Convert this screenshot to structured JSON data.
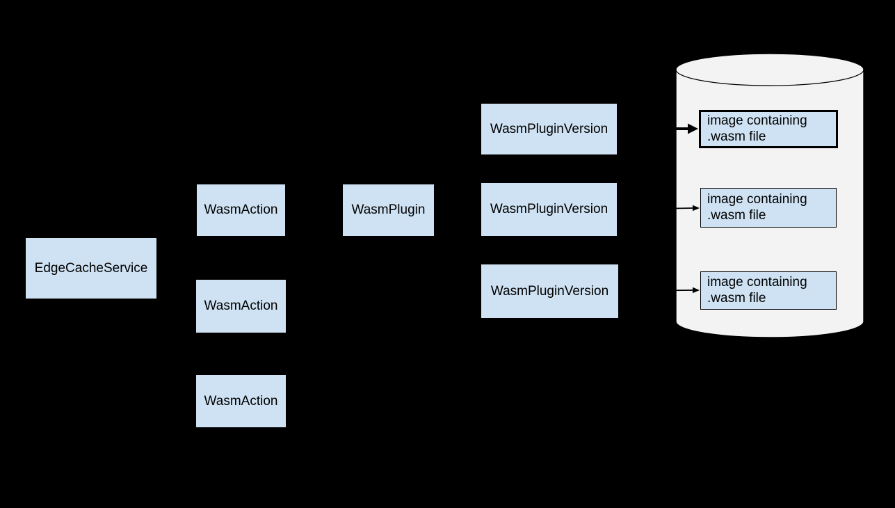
{
  "diagram": {
    "colors": {
      "background": "#000000",
      "node_fill": "#cfe2f3",
      "cylinder_fill": "#f3f3f3",
      "stroke": "#000000",
      "text": "#000000"
    },
    "nodes": {
      "edge_cache_service": {
        "label": "EdgeCacheService"
      },
      "wasm_actions": [
        {
          "label": "WasmAction"
        },
        {
          "label": "WasmAction"
        },
        {
          "label": "WasmAction"
        }
      ],
      "wasm_plugin": {
        "label": "WasmPlugin"
      },
      "wasm_plugin_versions": [
        {
          "label": "WasmPluginVersion"
        },
        {
          "label": "WasmPluginVersion"
        },
        {
          "label": "WasmPluginVersion"
        }
      ],
      "registry": {
        "shape": "cylinder",
        "images": [
          {
            "label": "image containing\n.wasm file",
            "emphasized": true
          },
          {
            "label": "image containing\n.wasm file",
            "emphasized": false
          },
          {
            "label": "image containing\n.wasm file",
            "emphasized": false
          }
        ]
      }
    },
    "connectors": [
      {
        "from": "wasm_plugin_versions.0",
        "to": "registry.images.0",
        "style": "bold-arrow"
      },
      {
        "from": "wasm_plugin_versions.1",
        "to": "registry.images.1",
        "style": "thin-arrow"
      },
      {
        "from": "wasm_plugin_versions.2",
        "to": "registry.images.2",
        "style": "thin-arrow"
      }
    ]
  }
}
